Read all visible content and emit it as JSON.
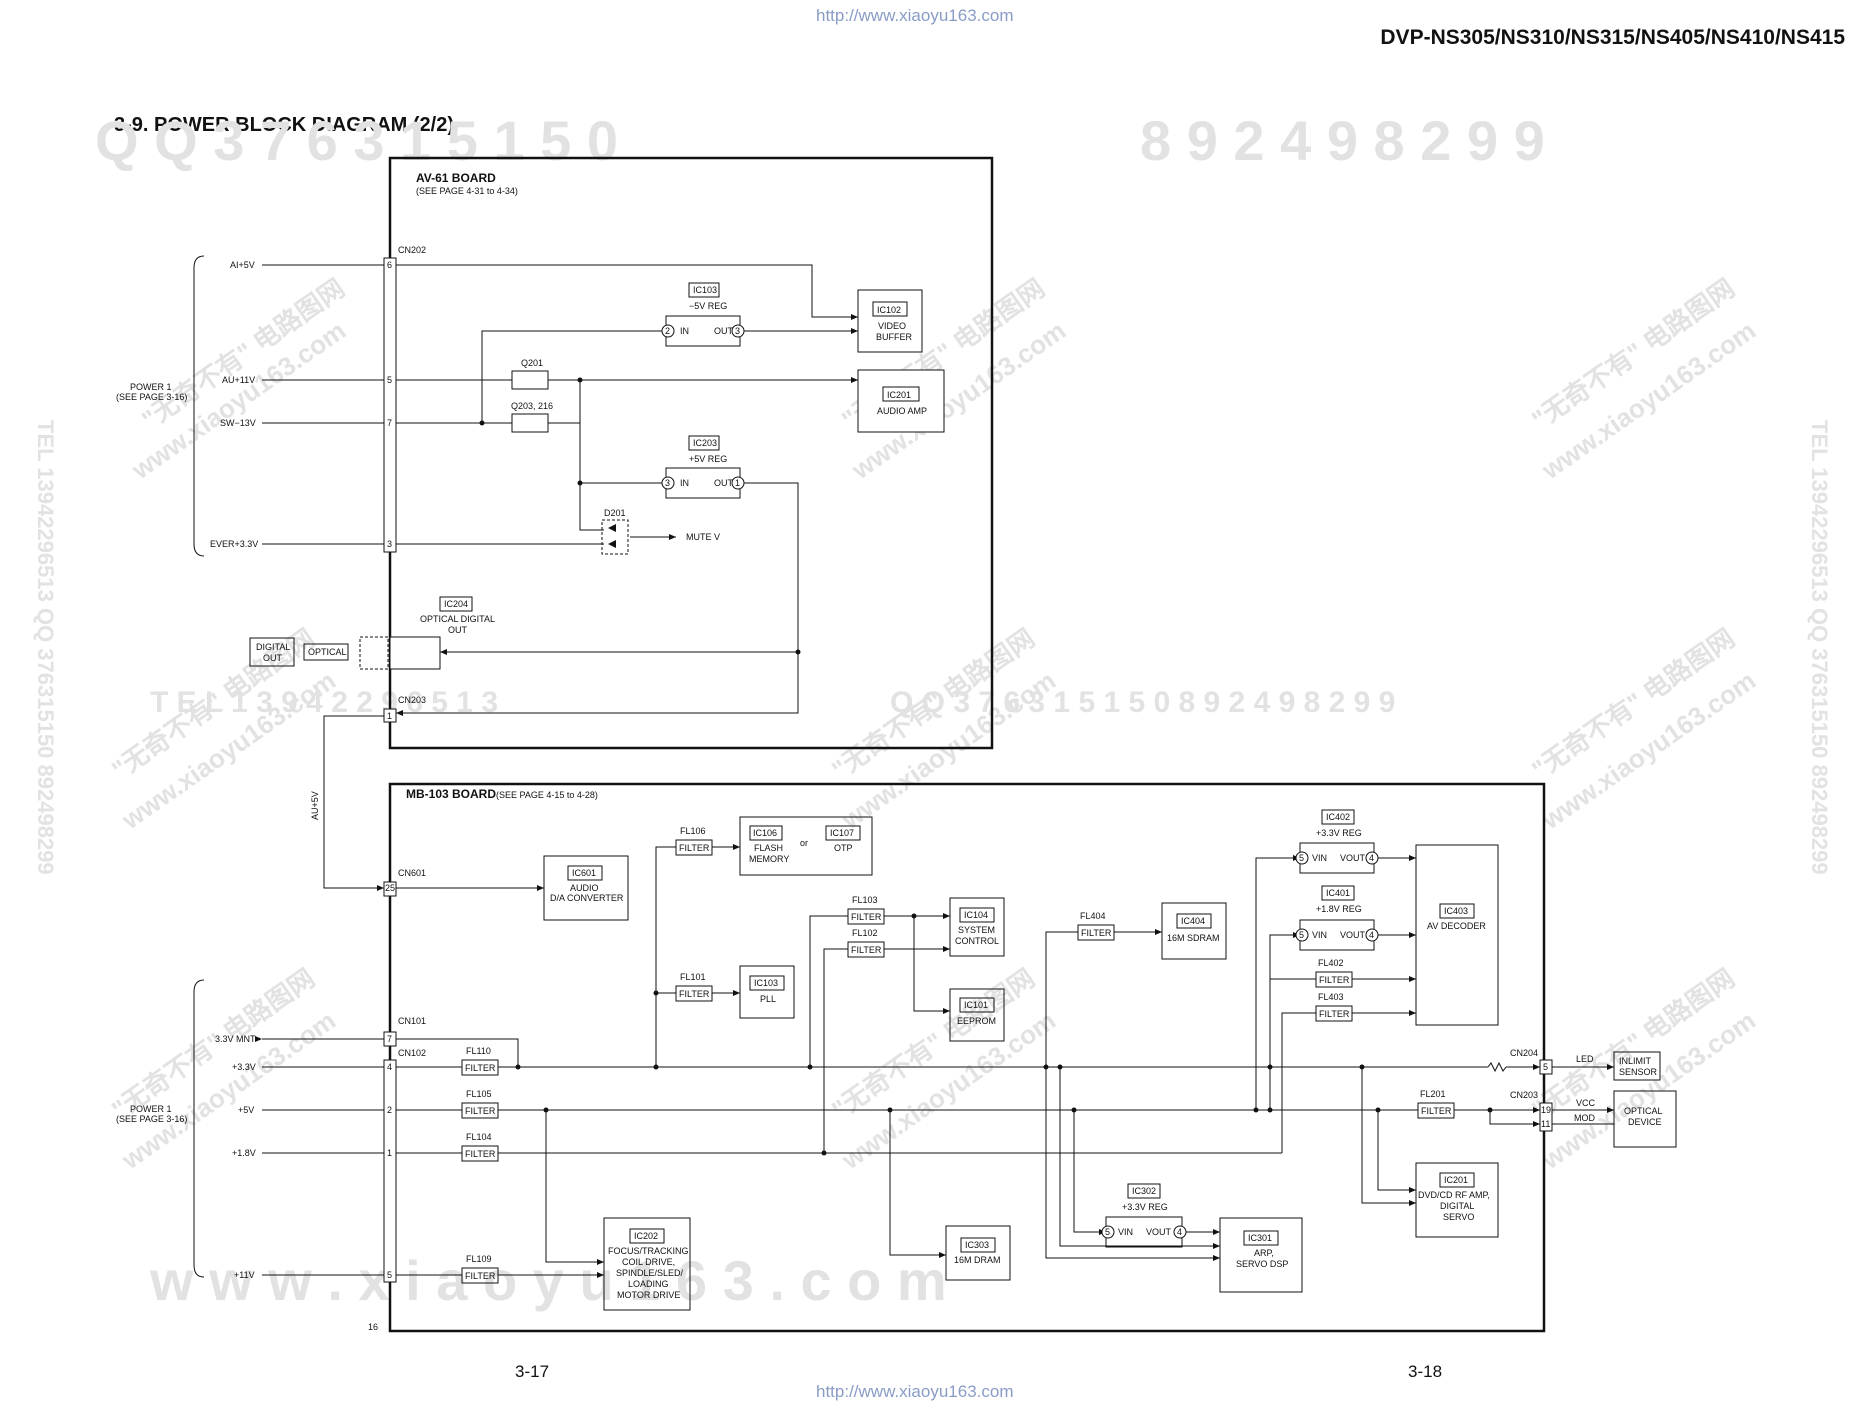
{
  "header": {
    "url_top": "http://www.xiaoyu163.com",
    "url_bottom": "http://www.xiaoyu163.com",
    "model": "DVP-NS305/NS310/NS315/NS405/NS410/NS415",
    "section_title": "3-9.  POWER BLOCK DIAGRAM (2/2)"
  },
  "pages": {
    "left": "3-17",
    "right": "3-18"
  },
  "watermark": {
    "row1a": "Q Q  3 7 6 3 1 5 1 5 0",
    "row1b": "8 9 2 4 9 8 2 9 9",
    "row2a": "T E L  1 3 9 4 2 2 9 6 5 1 3",
    "row2b": "Q Q  3 7 6 3 1 5 1 5 0   8 9 2 4 9 8 2 9 9",
    "row3": "w w w . x i a o y u 1 6 3 . c o m",
    "diag1": "\"无奇不有\" 电路图网",
    "diag2": "www.xiaoyu163.com",
    "vert": "TEL 13942296513  QQ 376315150  892498299"
  },
  "av61": {
    "title": "AV-61 BOARD",
    "subtitle": "(SEE PAGE 4-31 to 4-34)",
    "power_label_1": "POWER 1",
    "power_label_2": "(SEE PAGE 3-16)",
    "inputs": {
      "ai5v": "AI+5V",
      "au11v": "AU+11V",
      "sw13v": "SW−13V",
      "ever33v": "EVER+3.3V"
    },
    "cn202": "CN202",
    "pins": {
      "p6": "6",
      "p5": "5",
      "p7": "7",
      "p3": "3",
      "p1": "1"
    },
    "ic103": {
      "ref": "IC103",
      "name": "−5V REG",
      "in": "IN",
      "out": "OUT",
      "pin_in": "2",
      "pin_out": "3"
    },
    "ic102": {
      "ref": "IC102",
      "line1": "VIDEO",
      "line2": "BUFFER"
    },
    "q201": "Q201",
    "q203": "Q203, 216",
    "ic201": {
      "ref": "IC201",
      "name": "AUDIO AMP"
    },
    "ic203": {
      "ref": "IC203",
      "name": "+5V REG",
      "in": "IN",
      "out": "OUT",
      "pin_in": "3",
      "pin_out": "1"
    },
    "d201": "D201",
    "mute": "MUTE V",
    "ic204": {
      "ref": "IC204",
      "line1": "OPTICAL DIGITAL",
      "line2": "OUT"
    },
    "digital_out_1": "DIGITAL",
    "digital_out_2": "OUT",
    "optical": "OPTICAL",
    "cn203": "CN203",
    "au5v": "AU+5V"
  },
  "mb103": {
    "title": "MB-103 BOARD",
    "subtitle": "(SEE PAGE 4-15 to 4-28)",
    "cn601": "CN601",
    "pin25": "25",
    "ic601": {
      "ref": "IC601",
      "line1": "AUDIO",
      "line2": "D/A CONVERTER"
    },
    "fl106": "FL106",
    "fl101": "FL101",
    "fl103": "FL103",
    "fl102": "FL102",
    "fl404": "FL404",
    "fl402": "FL402",
    "fl403": "FL403",
    "fl110": "FL110",
    "fl105": "FL105",
    "fl104": "FL104",
    "fl109": "FL109",
    "fl201": "FL201",
    "filter": "FILTER",
    "ic106": {
      "ref": "IC106",
      "line1": "FLASH",
      "line2": "MEMORY"
    },
    "or": "or",
    "ic107": {
      "ref": "IC107",
      "name": "OTP"
    },
    "ic103": {
      "ref": "IC103",
      "name": "PLL"
    },
    "ic104": {
      "ref": "IC104",
      "line1": "SYSTEM",
      "line2": "CONTROL"
    },
    "ic101": {
      "ref": "IC101",
      "name": "EEPROM"
    },
    "ic404": {
      "ref": "IC404",
      "name": "16M SDRAM"
    },
    "ic402": {
      "ref": "IC402",
      "name": "+3.3V REG",
      "vin": "VIN",
      "vout": "VOUT",
      "pin_in": "5",
      "pin_out": "4"
    },
    "ic401": {
      "ref": "IC401",
      "name": "+1.8V REG",
      "vin": "VIN",
      "vout": "VOUT",
      "pin_in": "5",
      "pin_out": "4"
    },
    "ic403": {
      "ref": "IC403",
      "name": "AV DECODER"
    },
    "ic302": {
      "ref": "IC302",
      "name": "+3.3V REG",
      "vin": "VIN",
      "vout": "VOUT",
      "pin_in": "5",
      "pin_out": "4"
    },
    "ic301": {
      "ref": "IC301",
      "line1": "ARP,",
      "line2": "SERVO DSP"
    },
    "ic303": {
      "ref": "IC303",
      "name": "16M DRAM"
    },
    "ic202": {
      "ref": "IC202",
      "line1": "FOCUS/TRACKING",
      "line2": "COIL DRIVE,",
      "line3": "SPINDLE/SLED/",
      "line4": "LOADING",
      "line5": "MOTOR DRIVE"
    },
    "ic201": {
      "ref": "IC201",
      "line1": "DVD/CD RF AMP,",
      "line2": "DIGITAL",
      "line3": "SERVO"
    },
    "cn101": "CN101",
    "cn102": "CN102",
    "cn204": "CN204",
    "cn203": "CN203",
    "pins": {
      "p7": "7",
      "p4": "4",
      "p2": "2",
      "p1": "1",
      "p5": "5",
      "cn204_5": "5",
      "p19": "19",
      "p11": "11"
    },
    "page_no": "16",
    "rails": {
      "mnt": "3.3V MNT",
      "v33": "+3.3V",
      "v5": "+5V",
      "v18": "+1.8V",
      "v11": "+11V"
    },
    "power_label_1": "POWER 1",
    "power_label_2": "(SEE PAGE 3-16)",
    "led": "LED",
    "inlimit_1": "INLIMIT",
    "inlimit_2": "SENSOR",
    "vcc": "VCC",
    "mod": "MOD",
    "optdev_1": "OPTICAL",
    "optdev_2": "DEVICE"
  }
}
